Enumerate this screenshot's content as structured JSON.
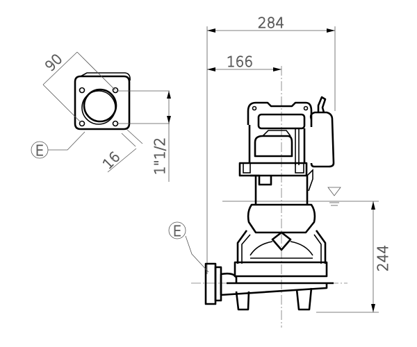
{
  "title": "Submersible pump dimensional drawing",
  "dimensions": {
    "overall_width": "284",
    "center_to_outlet": "166",
    "height_to_water_level": "244",
    "flange_size": "90",
    "flange_thickness": "16",
    "outlet_thread": "1\"1/2"
  },
  "labels": {
    "flange_detail_marker": "E",
    "outlet_marker": "E"
  },
  "colors": {
    "line": "#000000",
    "dimension": "#555555"
  }
}
